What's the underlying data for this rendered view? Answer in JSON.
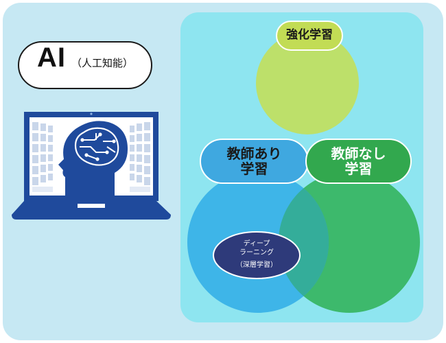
{
  "ai_box": {
    "main": "AI",
    "sub": "（人工知能）"
  },
  "circles": {
    "reinforcement": {
      "label": "強化学習",
      "color": "#bde06a"
    },
    "supervised": {
      "line1": "教師あり",
      "line2": "学習",
      "color": "#3cb4e8"
    },
    "unsupervised": {
      "line1": "教師なし",
      "line2": "学習",
      "color": "#3db96c"
    },
    "deep_learning": {
      "line1": "ディープ",
      "line2": "ラーニング",
      "line3": "（深層学習）",
      "color": "#2e3a7a"
    }
  },
  "colors": {
    "background": "#c6e8f3",
    "panel": "#8ee5f0",
    "laptop": "#1f4a9c"
  },
  "icons": {
    "laptop": "laptop-brain-icon"
  }
}
